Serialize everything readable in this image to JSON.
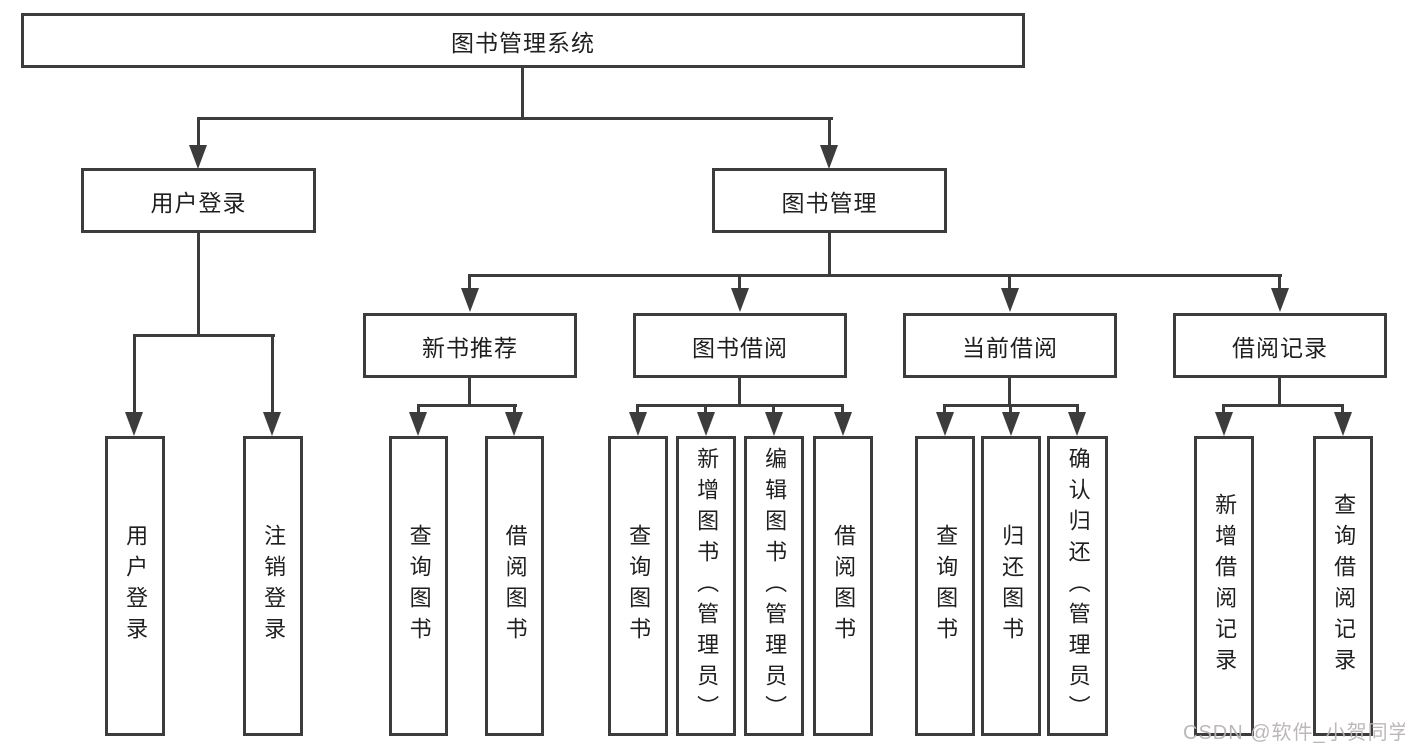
{
  "tree": {
    "label": "图书管理系统",
    "children": [
      {
        "label": "用户登录",
        "children": [
          {
            "label": "用户登录"
          },
          {
            "label": "注销登录"
          }
        ]
      },
      {
        "label": "图书管理",
        "children": [
          {
            "label": "新书推荐",
            "children": [
              {
                "label": "查询图书"
              },
              {
                "label": "借阅图书"
              }
            ]
          },
          {
            "label": "图书借阅",
            "children": [
              {
                "label": "查询图书"
              },
              {
                "label": "新增图书（管理员）"
              },
              {
                "label": "编辑图书（管理员）"
              },
              {
                "label": "借阅图书"
              }
            ]
          },
          {
            "label": "当前借阅",
            "children": [
              {
                "label": "查询图书"
              },
              {
                "label": "归还图书"
              },
              {
                "label": "确认归还（管理员）"
              }
            ]
          },
          {
            "label": "借阅记录",
            "children": [
              {
                "label": "新增借阅记录"
              },
              {
                "label": "查询借阅记录"
              }
            ]
          }
        ]
      }
    ]
  },
  "watermark": "CSDN @软件_小贺同学",
  "colors": {
    "line": "#3c3c3c",
    "text": "#1f1f1f",
    "watermark": "#bab3b3",
    "background": "#ffffff"
  }
}
